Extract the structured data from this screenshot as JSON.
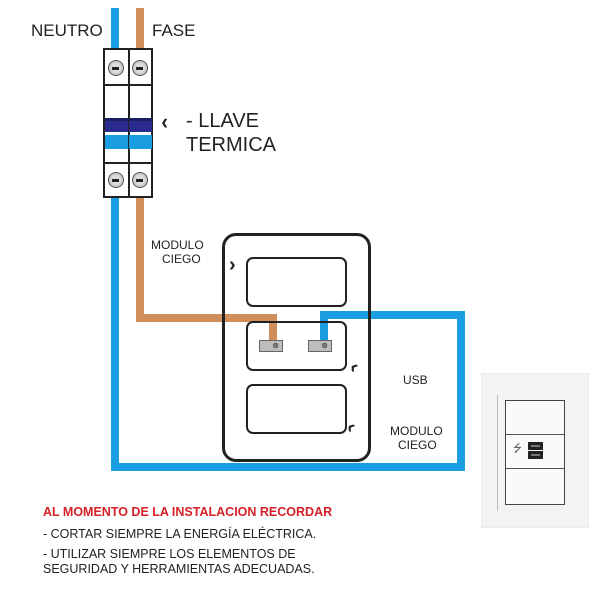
{
  "colors": {
    "neutral_wire": "#1a9de0",
    "phase_wire": "#d08f5a",
    "warning_title": "#d61f26"
  },
  "labels": {
    "neutral": "NEUTRO",
    "phase": "FASE",
    "breaker_line1": "- LLAVE",
    "breaker_line2": "TERMICA",
    "blind_module_top_line1": "MODULO",
    "blind_module_top_line2": "CIEGO",
    "usb": "USB",
    "blind_module_bottom_line1": "MODULO",
    "blind_module_bottom_line2": "CIEGO"
  },
  "icons": {
    "arrow": "‹",
    "terminal_screw": "⊗",
    "usb_symbol": "⭍"
  },
  "warning": {
    "title": "AL MOMENTO DE LA INSTALACION RECORDAR",
    "item1": "- CORTAR SIEMPRE LA ENERGÍA ELÉCTRICA.",
    "item2_line1": "- UTILIZAR SIEMPRE LOS ELEMENTOS DE",
    "item2_line2": "SEGURIDAD Y HERRAMIENTAS ADECUADAS."
  }
}
